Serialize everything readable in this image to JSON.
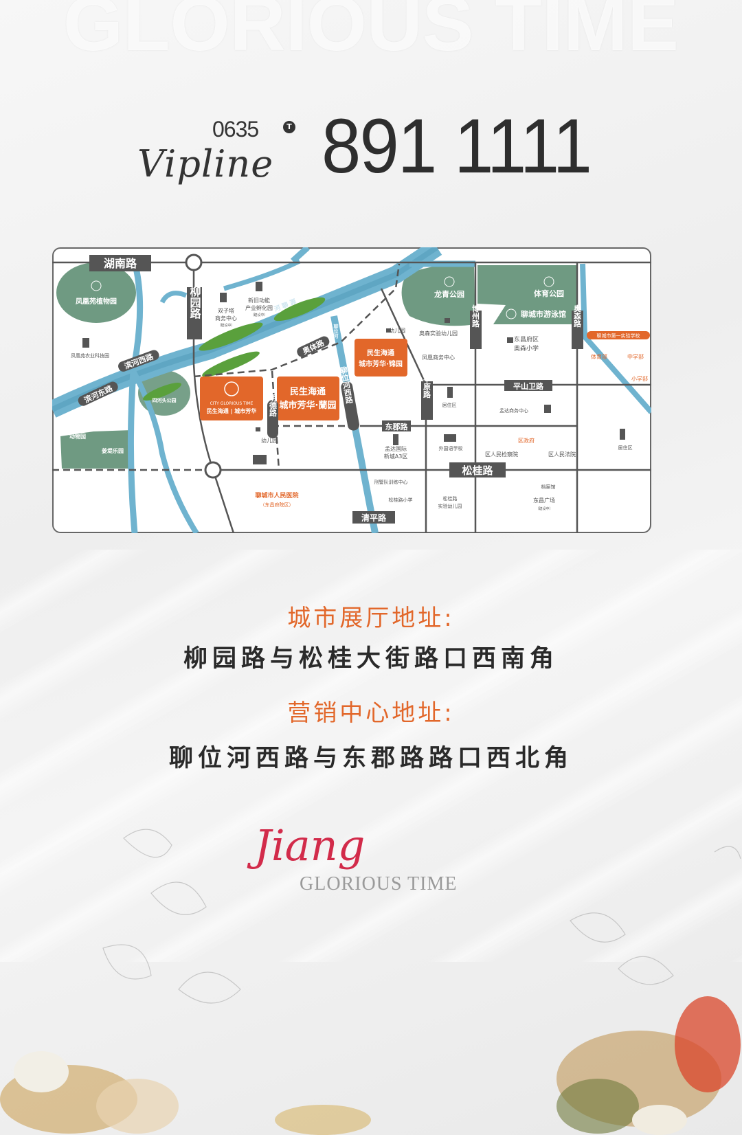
{
  "background": {
    "watermark": "GLORIOUS TIME"
  },
  "hotline": {
    "label_script": "Vipline",
    "area_code": "0635",
    "badge": "T",
    "number": "891 1111"
  },
  "map": {
    "roads": {
      "hunan": "湖南路",
      "liuyuan": "柳园路",
      "binhe_west": "滨河西路",
      "binhe_east": "滨河东路",
      "aoti": "奥体路",
      "mingde": "明德路",
      "liaowei_west": "聊位河西路",
      "dongjun": "东郡路",
      "pingyuan": "平原路",
      "bozhou": "博州路",
      "aosen": "奥森路",
      "pingshanwei": "平山卫路",
      "songgui": "松桂路",
      "qingping": "清平路"
    },
    "rivers": {
      "main": "河 聊 源",
      "liaowei": "聊位河"
    },
    "parks": {
      "fenghuang": "凤凰苑植物园",
      "sihetou": "四河头公园",
      "zoo": "动物园",
      "jiangdi": "姜堤乐园",
      "longqing": "龙青公园",
      "tiyu": "体育公园",
      "swim": "聊城市游泳馆"
    },
    "projects": {
      "glorious_en": "CITY GLORIOUS TIME",
      "glorious_cn": "民生海通 | 城市芳华",
      "lanyuan_1": "民生海通",
      "lanyuan_2": "城市芳华·蘭园",
      "jinyuan_1": "民生海通",
      "jinyuan_2": "城市芳华·锦园"
    },
    "pois": {
      "shuangzita_1": "双子塔",
      "shuangzita_2": "商务中心",
      "shuangzita_3": "（建设中）",
      "xinjiu_1": "新旧动能",
      "xinjiu_2": "产业孵化园",
      "xinjiu_3": "（建设中）",
      "nongye": "凤凰苑农业科技园",
      "kinder1": "幼儿园",
      "kinder2": "幼儿园",
      "aosen_kinder": "奥森实验幼儿园",
      "fenghuang_biz": "凤凰商务中心",
      "aosen_school_1": "东昌府区",
      "aosen_school_2": "奥森小学",
      "first_school": "聊城市第一实验学校",
      "tiyu_bu": "体育部",
      "zhongxue_bu": "中学部",
      "xiaoxue_bu": "小学部",
      "residential1": "居住区",
      "residential2": "居住区",
      "mengda_biz": "孟达商务中心",
      "mengda_a3_1": "孟达国际",
      "mengda_a3_2": "新城A3区",
      "foreign_school": "外国语学校",
      "district_gov": "区政府",
      "procuratorate": "区人民检察院",
      "court": "区人民法院",
      "hospital_1": "聊城市人民医院",
      "hospital_2": "（东昌府院区）",
      "police": "刑警队训练中心",
      "songgui_primary": "松桂路小学",
      "songgui_kinder_1": "松桂路",
      "songgui_kinder_2": "实验幼儿园",
      "archives": "档案馆",
      "dongchang_1": "东昌广场",
      "dongchang_2": "（建设中）"
    },
    "colors": {
      "road": "#555555",
      "park": "#5f8f74",
      "river": "#6fb3cf",
      "project": "#e2672a",
      "trees": "#5aa03c"
    }
  },
  "addresses": [
    {
      "heading": "城市展厅地址:",
      "value": "柳园路与松桂大街路口西南角"
    },
    {
      "heading": "营销中心地址:",
      "value": "聊位河西路与东郡路路口西北角"
    }
  ],
  "brand": {
    "script": "Jiang",
    "tagline": "GLORIOUS TIME"
  }
}
